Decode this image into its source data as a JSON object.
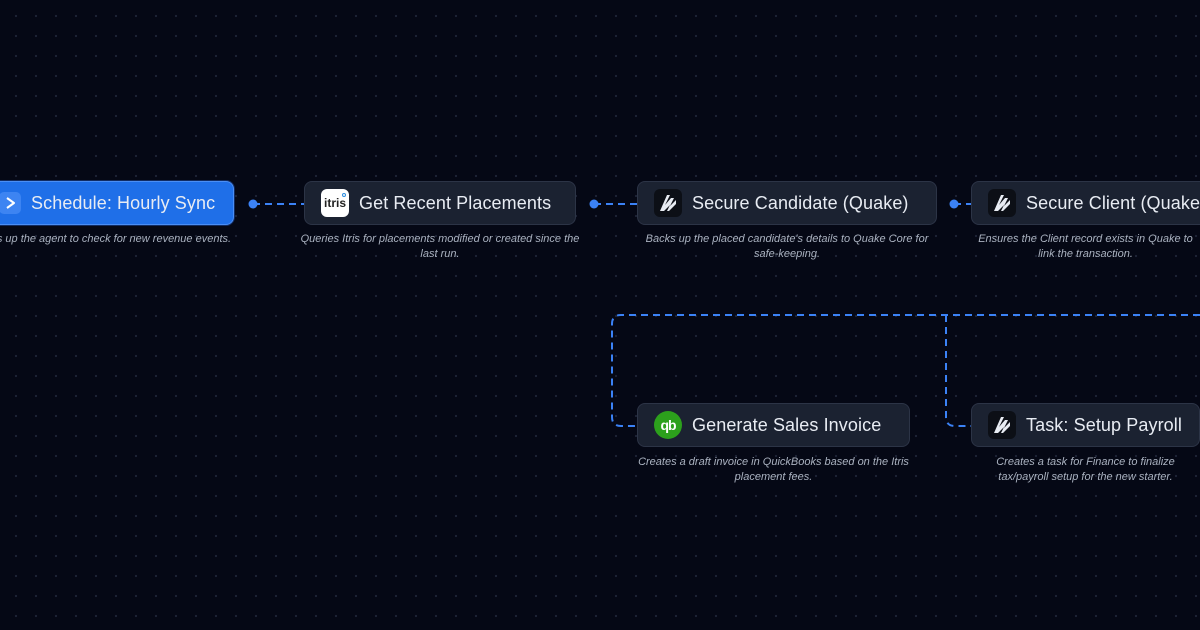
{
  "nodes": {
    "schedule": {
      "label": "Schedule: Hourly Sync",
      "description": "Wakes up the agent to check for new revenue events.",
      "icon": "play-icon"
    },
    "placements": {
      "label": "Get Recent Placements",
      "description": "Queries Itris for placements modified or created since the last run.",
      "icon": "itris-logo-icon",
      "icon_text": "itris"
    },
    "candidate": {
      "label": "Secure Candidate (Quake)",
      "description": "Backs up the placed candidate's details to Quake Core for safe-keeping.",
      "icon": "quake-logo-icon"
    },
    "client": {
      "label": "Secure Client (Quake)",
      "description": "Ensures the Client record exists in Quake to link the transaction.",
      "icon": "quake-logo-icon"
    },
    "invoice": {
      "label": "Generate Sales Invoice",
      "description": "Creates a draft invoice in QuickBooks based on the Itris placement fees.",
      "icon": "quickbooks-logo-icon",
      "icon_text": "qb"
    },
    "payroll": {
      "label": "Task: Setup Payroll",
      "description": "Creates a task for Finance to finalize tax/payroll setup for the new starter.",
      "icon": "quake-logo-icon"
    }
  },
  "colors": {
    "background": "#050815",
    "node": "#1b2231",
    "trigger": "#1f6fe8",
    "connector": "#3b82f6",
    "quickbooks": "#2ca01c"
  }
}
